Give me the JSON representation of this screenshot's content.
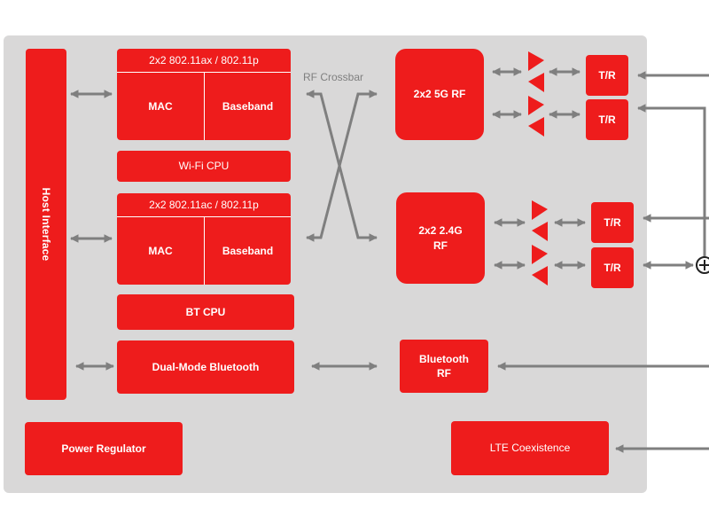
{
  "diagram": {
    "host_interface": "Host Interface",
    "wifi_ax": {
      "header": "2x2 802.11ax / 802.11p",
      "mac": "MAC",
      "baseband": "Baseband"
    },
    "wifi_cpu": "Wi-Fi CPU",
    "wifi_ac": {
      "header": "2x2 802.11ac / 802.11p",
      "mac": "MAC",
      "baseband": "Baseband"
    },
    "bt_cpu": "BT CPU",
    "dual_mode_bt": "Dual-Mode Bluetooth",
    "power_regulator": "Power Regulator",
    "rf_crossbar": "RF Crossbar",
    "rf_5g": "2x2 5G RF",
    "rf_24g": "2x2 2.4G\nRF",
    "bt_rf": "Bluetooth\nRF",
    "lte_coex": "LTE Coexistence",
    "tr_label": "T/R"
  },
  "colors": {
    "block": "#ee1c1c",
    "panel": "#d9d8d8",
    "connector": "#7f7f7f"
  }
}
